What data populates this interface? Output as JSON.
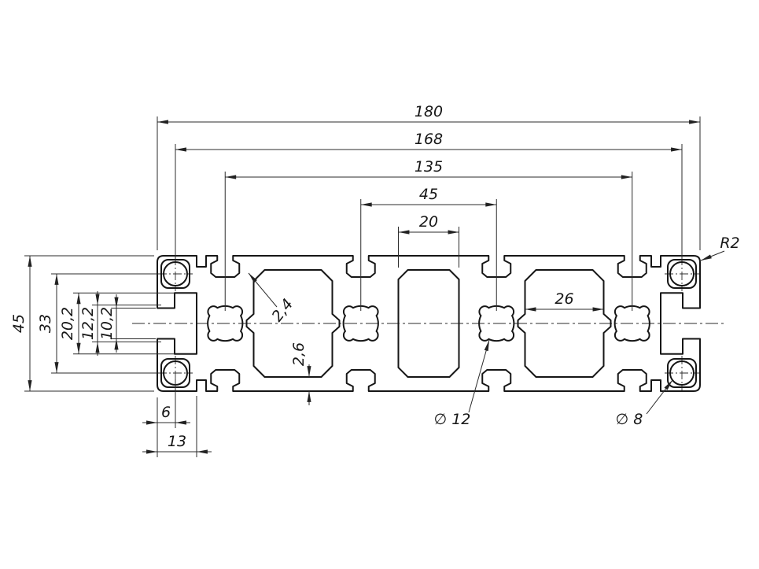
{
  "labels": {
    "dim_180": "180",
    "dim_168": "168",
    "dim_135": "135",
    "dim_45_top": "45",
    "dim_20": "20",
    "dim_45_left": "45",
    "dim_33": "33",
    "dim_20_2": "20,2",
    "dim_12_2": "12,2",
    "dim_10_2": "10,2",
    "dim_6": "6",
    "dim_13": "13",
    "dim_26": "26",
    "dim_2_4": "2,4",
    "dim_2_6": "2,6",
    "dia_12": "∅ 12",
    "dia_8": "∅ 8",
    "radius_2": "R2"
  }
}
